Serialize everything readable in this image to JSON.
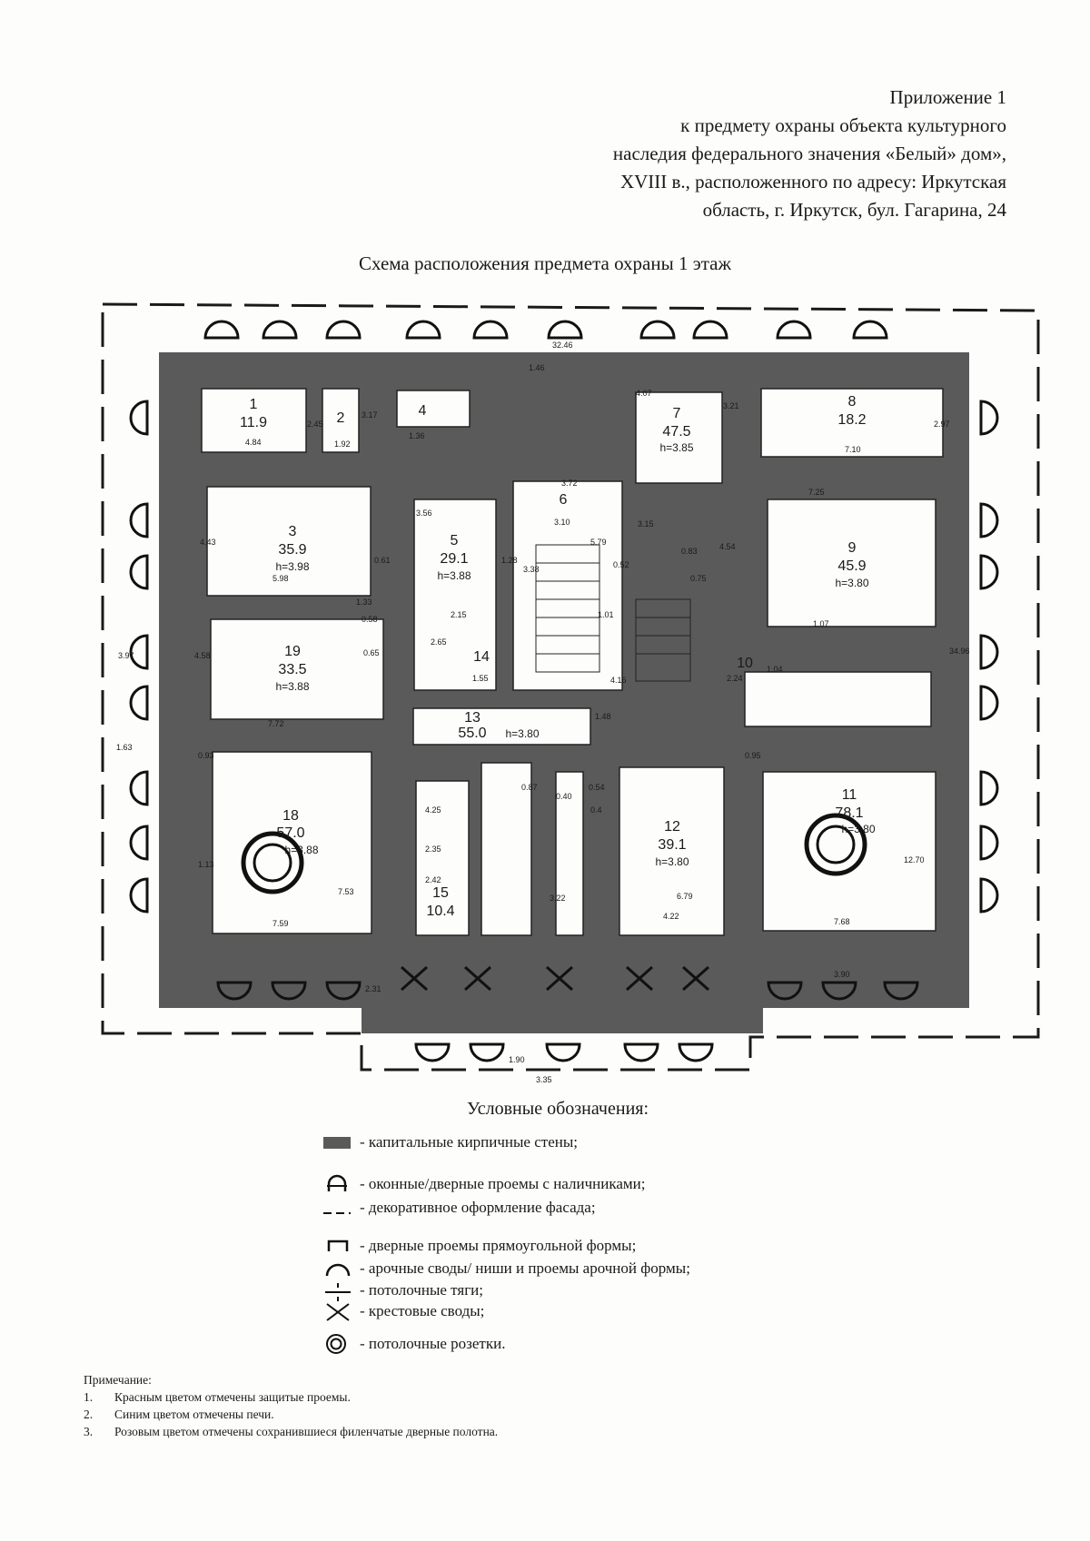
{
  "header": {
    "lines": [
      "Приложение 1",
      "к предмету охраны объекта культурного",
      "наследия федерального значения «Белый» дом»,",
      "XVIII в., расположенного по адресу: Иркутская",
      "область, г. Иркутск, бул. Гагарина, 24"
    ]
  },
  "title": "Схема расположения предмета охраны 1 этаж",
  "plan": {
    "rooms": [
      {
        "number": "1",
        "area": "11.9"
      },
      {
        "number": "2",
        "area": ""
      },
      {
        "number": "3",
        "area": "35.9",
        "height": "h=3.98"
      },
      {
        "number": "4",
        "area": ""
      },
      {
        "number": "5",
        "area": "29.1",
        "height": "h=3.88"
      },
      {
        "number": "6",
        "area": ""
      },
      {
        "number": "7",
        "area": "47.5",
        "height": "h=3.85"
      },
      {
        "number": "8",
        "area": "18.2"
      },
      {
        "number": "9",
        "area": "45.9",
        "height": "h=3.80"
      },
      {
        "number": "10",
        "area": ""
      },
      {
        "number": "11",
        "area": "78.1",
        "height": "h=3.80"
      },
      {
        "number": "12",
        "area": "39.1",
        "height": "h=3.80"
      },
      {
        "number": "13",
        "area": "55.0",
        "height": "h=3.80"
      },
      {
        "number": "14",
        "area": ""
      },
      {
        "number": "15",
        "area": "10.4"
      },
      {
        "number": "18",
        "area": "57.0",
        "height": "h=3.88"
      },
      {
        "number": "19",
        "area": "33.5",
        "height": "h=3.88"
      }
    ],
    "dimensions": [
      "32.46",
      "4.84",
      "2.45",
      "3.17",
      "1.92",
      "1.36",
      "3.72",
      "7.10",
      "2.97",
      "4.07",
      "3.21",
      "1.46",
      "3.56",
      "3.10",
      "5.79",
      "3.38",
      "1.28",
      "7.25",
      "4.43",
      "5.98",
      "0.61",
      "1.33",
      "0.58",
      "0.65",
      "7.72",
      "4.58",
      "3.15",
      "2.15",
      "2.65",
      "1.55",
      "1.01",
      "4.54",
      "0.75",
      "0.52",
      "0.83",
      "1.07",
      "1.04",
      "2.24",
      "34.96",
      "0.93",
      "0.95",
      "1.63",
      "3.97",
      "4.16",
      "1.48",
      "4.25",
      "2.35",
      "2.42",
      "0.87",
      "0.4",
      "0.54",
      "3.22",
      "6.79",
      "4.22",
      "7.53",
      "7.59",
      "7.68",
      "12.70",
      "3.90",
      "1.13",
      "2.31",
      "1.90",
      "3.35",
      "0.40"
    ]
  },
  "legend": {
    "title": "Условные обозначения:",
    "items": [
      {
        "icon": "brick-wall-swatch",
        "label": "- капитальные кирпичные стены;"
      },
      {
        "icon": "framed-opening-symbol",
        "label": "- оконные/дверные проемы с наличниками;"
      },
      {
        "icon": "dashed-line-symbol",
        "label": "- декоративное оформление фасада;"
      },
      {
        "icon": "rect-door-symbol",
        "label": "- дверные проемы прямоугольной формы;"
      },
      {
        "icon": "arch-symbol",
        "label": "- арочные своды/ ниши и проемы арочной формы;"
      },
      {
        "icon": "ceiling-molding-symbol",
        "label": "- потолочные тяги;"
      },
      {
        "icon": "cross-vault-symbol",
        "label": "- крестовые своды;"
      },
      {
        "icon": "ceiling-rosette-symbol",
        "label": "- потолочные розетки."
      }
    ]
  },
  "notes": {
    "title": "Примечание:",
    "items": [
      {
        "num": "1.",
        "text": "Красным цветом отмечены защитые проемы."
      },
      {
        "num": "2.",
        "text": "Синим цветом отмечены печи."
      },
      {
        "num": "3.",
        "text": "Розовым цветом отмечены сохранившиеся филенчатые дверные полотна."
      }
    ]
  },
  "colors": {
    "wall": "#5a5a5a",
    "ink": "#1a1a1a",
    "paper": "#fdfdfc"
  }
}
